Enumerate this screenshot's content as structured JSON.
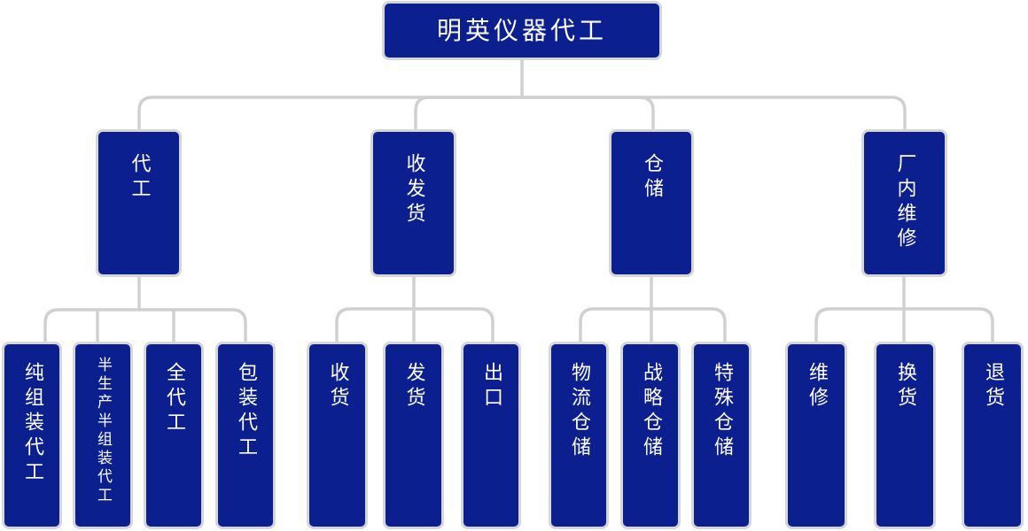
{
  "root": {
    "label": "明英仪器代工"
  },
  "categories": [
    {
      "label": "代工",
      "children": [
        "纯组装代工",
        "半生产半组装代工",
        "全代工",
        "包装代工"
      ]
    },
    {
      "label": "收发货",
      "children": [
        "收货",
        "发货",
        "出口"
      ]
    },
    {
      "label": "仓储",
      "children": [
        "物流仓储",
        "战略仓储",
        "特殊仓储"
      ]
    },
    {
      "label": "厂内维修",
      "children": [
        "维修",
        "换货",
        "退货"
      ]
    }
  ],
  "colors": {
    "node_fill": "#0b1f8f",
    "node_border": "#d6d6d6",
    "connector": "#d0d0d0",
    "text": "#ffffff"
  }
}
